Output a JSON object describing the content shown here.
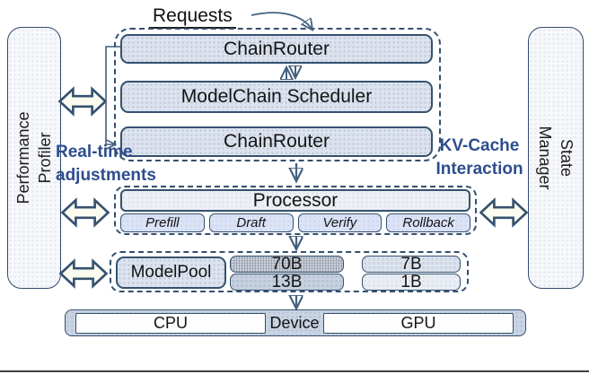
{
  "diagram": {
    "requests_label": "Requests",
    "sidebar_left": {
      "line1": "Performance",
      "line2": "Profiler"
    },
    "sidebar_right": {
      "line1": "State",
      "line2": "Manager"
    },
    "routers": {
      "top": "ChainRouter",
      "middle": "ModelChain Scheduler",
      "bottom": "ChainRouter"
    },
    "annotations": {
      "left_line1": "Real-time",
      "left_line2": "adjustments",
      "right_line1": "KV-Cache",
      "right_line2": "Interaction"
    },
    "processor": {
      "title": "Processor",
      "stages": [
        "Prefill",
        "Draft",
        "Verify",
        "Rollback"
      ]
    },
    "model_pool": {
      "title": "ModelPool",
      "models": [
        "70B",
        "7B",
        "13B",
        "1B"
      ]
    },
    "hardware": {
      "cpu": "CPU",
      "device": "Device",
      "gpu": "GPU"
    },
    "colors": {
      "border": "#35516f",
      "box_fill": "#dde3ee",
      "stage_fill": "#dbe3f7",
      "annotation_text": "#2e4d8e",
      "connector": "#44607f"
    }
  }
}
